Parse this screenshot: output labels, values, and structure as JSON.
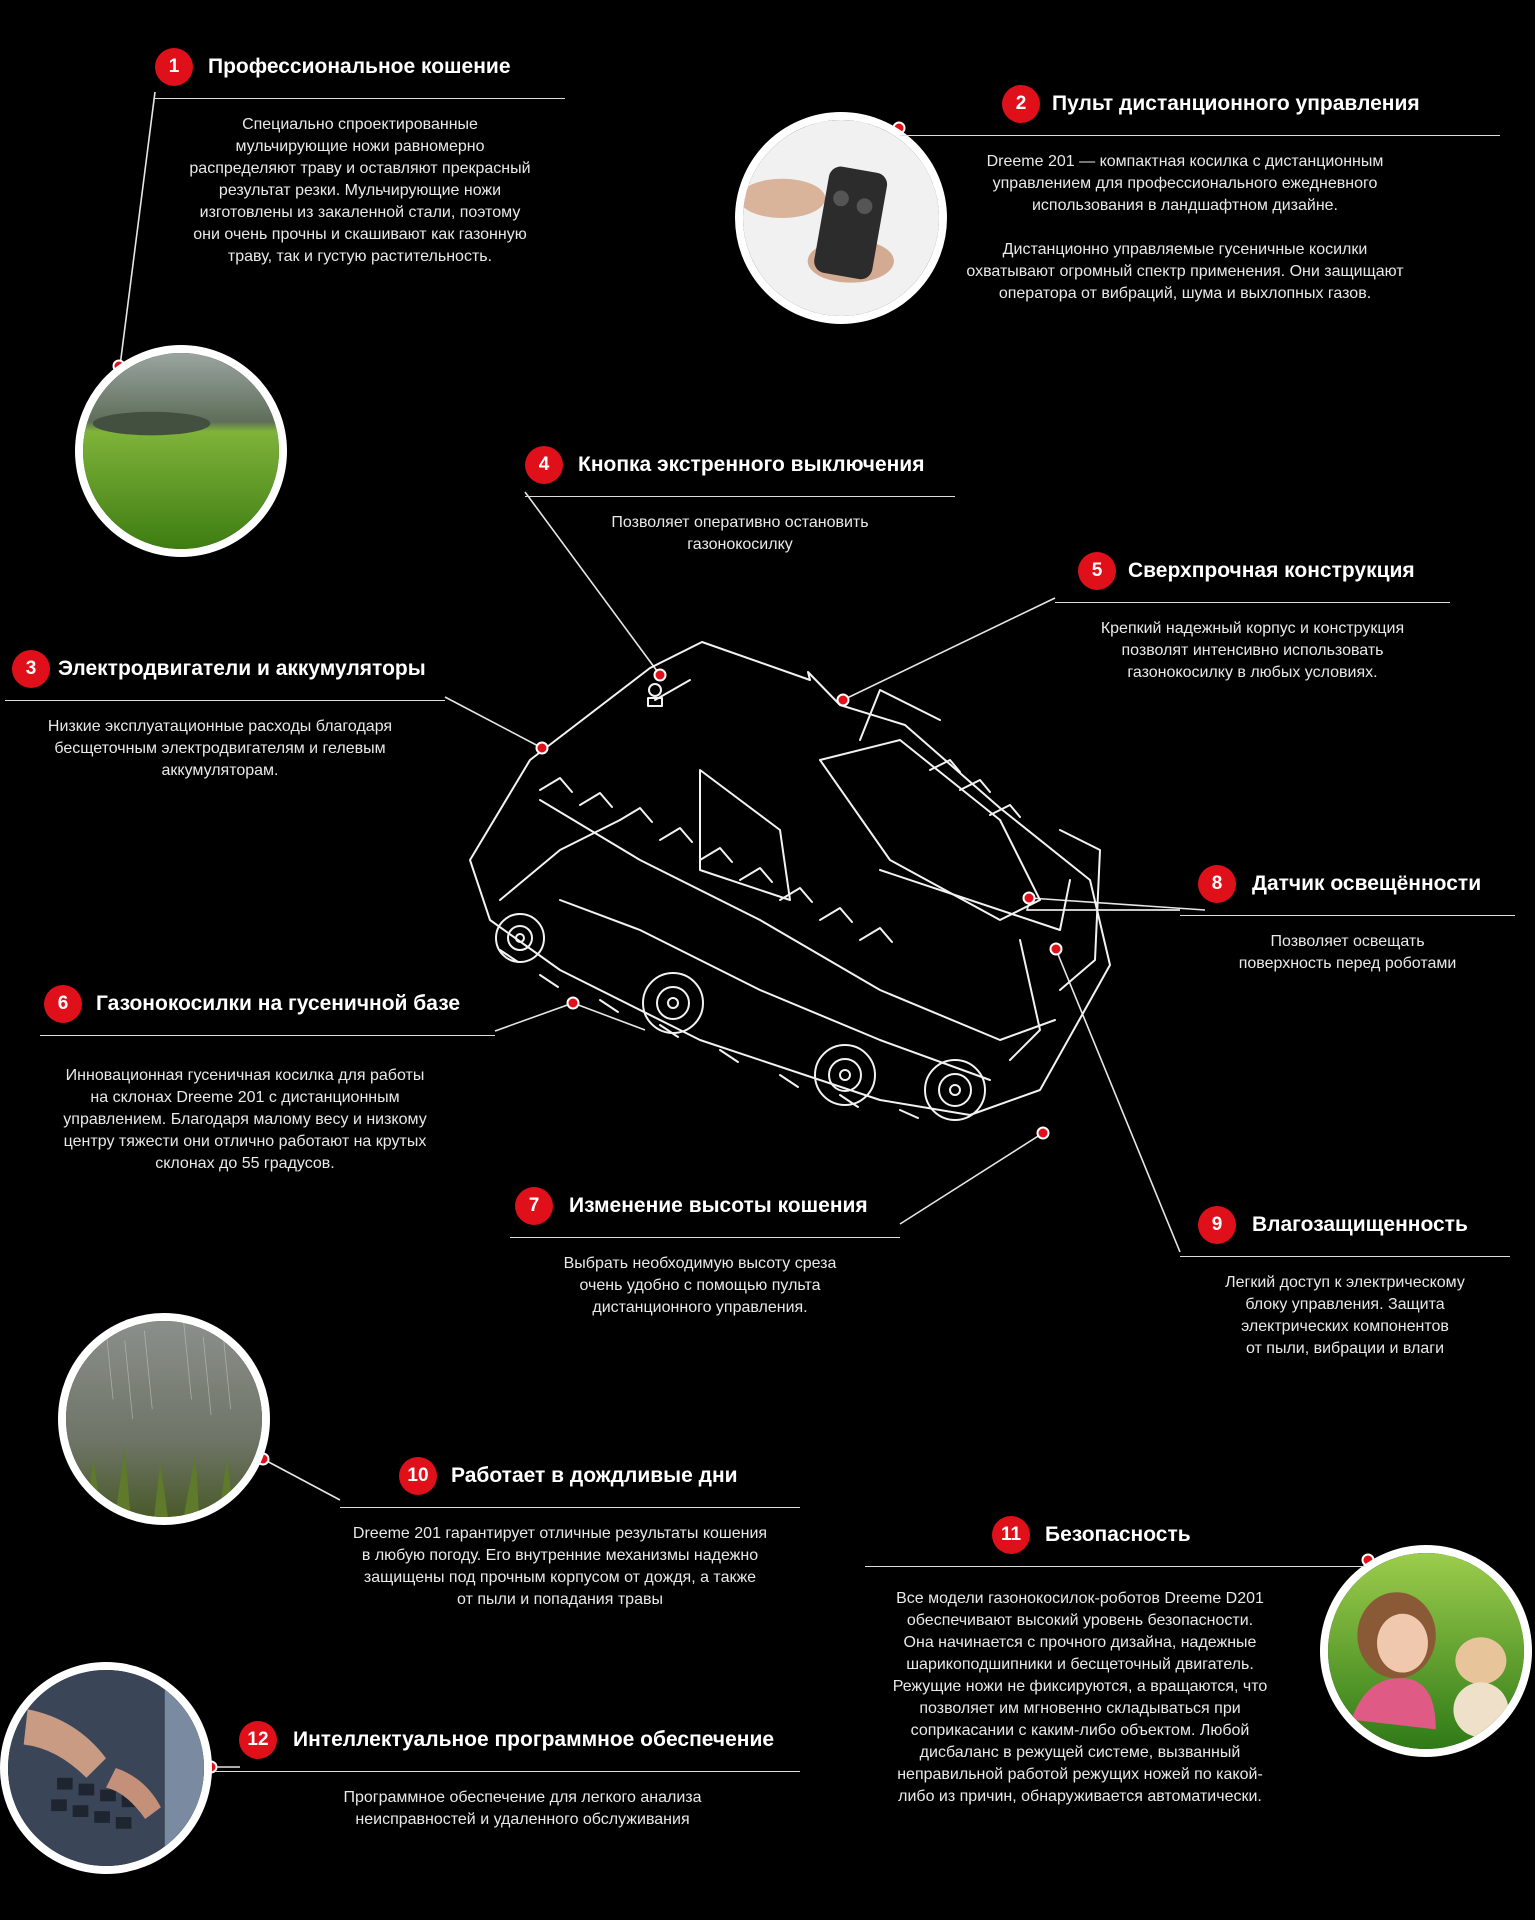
{
  "features": [
    {
      "num": "1",
      "title": "Профессиональное кошение",
      "lines": [
        "Специально спроектированные",
        "мульчирующие ножи равномерно",
        "распределяют траву и оставляют прекрасный",
        "результат резки. Мульчирующие ножи",
        "изготовлены из закаленной стали, поэтому",
        "они очень прочны и скашивают как газонную",
        "траву, так и густую растительность."
      ]
    },
    {
      "num": "2",
      "title": "Пульт дистанционного управления",
      "lines": [
        "Dreeme 201 — компактная косилка с дистанционным",
        "управлением для профессионального ежедневного",
        "использования в ландшафтном дизайне."
      ],
      "lines2": [
        "Дистанционно управляемые гусеничные косилки",
        "охватывают огромный спектр применения. Они защищают",
        "оператора от вибраций, шума и выхлопных газов."
      ]
    },
    {
      "num": "3",
      "title": "Электродвигатели и аккумуляторы",
      "lines": [
        "Низкие эксплуатационные расходы благодаря",
        "бесщеточным электродвигателям и гелевым",
        "аккумуляторам."
      ]
    },
    {
      "num": "4",
      "title": "Кнопка экстренного выключения",
      "lines": [
        "Позволяет оперативно остановить",
        "газонокосилку"
      ]
    },
    {
      "num": "5",
      "title": "Сверхпрочная конструкция",
      "lines": [
        "Крепкий надежный корпус и конструкция",
        "позволят интенсивно использовать",
        "газонокосилку в любых условиях."
      ]
    },
    {
      "num": "6",
      "title": "Газонокосилки на гусеничной базе",
      "lines": [
        "Инновационная гусеничная косилка для работы",
        "на склонах Dreeme 201 с дистанционным",
        "управлением. Благодаря малому весу и низкому",
        "центру тяжести они отлично работают на крутых",
        "склонах до 55 градусов."
      ]
    },
    {
      "num": "7",
      "title": "Изменение высоты кошения",
      "lines": [
        "Выбрать необходимую высоту среза",
        "очень удобно с помощью пульта",
        "дистанционного управления."
      ]
    },
    {
      "num": "8",
      "title": "Датчик освещённости",
      "lines": [
        "Позволяет освещать",
        "поверхность перед роботами"
      ]
    },
    {
      "num": "9",
      "title": "Влагозащищенность",
      "lines": [
        "Легкий доступ к электрическому",
        "блоку управления. Защита",
        "электрических компонентов",
        "от пыли, вибрации и влаги"
      ]
    },
    {
      "num": "10",
      "title": "Работает в дождливые дни",
      "lines": [
        "Dreeme 201 гарантирует отличные результаты кошения",
        "в любую погоду. Его внутренние механизмы надежно",
        "защищены под прочным корпусом от дождя, а также",
        "от пыли и попадания травы"
      ]
    },
    {
      "num": "11",
      "title": "Безопасность",
      "lines": [
        "Все модели газонокосилок-роботов Dreeme D201",
        "обеспечивают высокий уровень безопасности.",
        "Она начинается с прочного дизайна, надежные",
        "шарикоподшипники и бесщеточный двигатель.",
        "Режущие ножи не фиксируются, а вращаются, что",
        "позволяет им мгновенно складываться при",
        "соприкасании с каким-либо объектом. Любой",
        "дисбаланс в режущей системе, вызванный",
        "неправильной работой режущих ножей по какой-",
        "либо из причин, обнаруживается автоматически."
      ]
    },
    {
      "num": "12",
      "title": "Интеллектуальное программное обеспечение",
      "lines": [
        "Программное обеспечение для легкого анализа",
        "неисправностей и удаленного обслуживания"
      ]
    }
  ],
  "colors": {
    "background": "#000000",
    "accent": "#e0101a",
    "text": "#ffffff"
  },
  "photos": [
    "lawn-photo",
    "remote-control-photo",
    "rain-grass-photo",
    "girl-with-cat-photo",
    "keyboard-typing-photo"
  ]
}
